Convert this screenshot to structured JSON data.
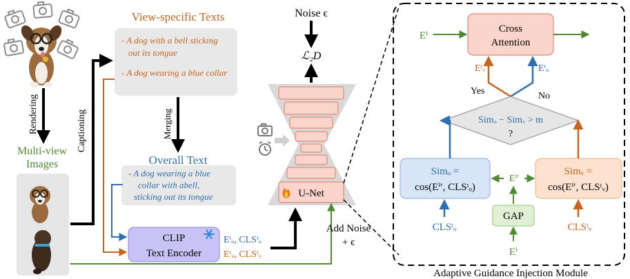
{
  "left": {
    "rendering_label": "Rendering",
    "multiview_label_line1": "Multi-view",
    "multiview_label_line2": "Images",
    "captioning_label": "Captioning"
  },
  "texts": {
    "view_specific_title": "View-specific Texts",
    "caption1_line1": "- A dog with a bell sticking",
    "caption1_line2": "out its tongue",
    "caption2": "- A dog wearing a blue collar",
    "merging_label": "Merging",
    "overall_title": "Overall Text",
    "overall_line1": "- A dog wearing a blue",
    "overall_line2": "collar with abell,",
    "overall_line3": "sticking out its tongue"
  },
  "clip": {
    "title": "CLIP",
    "subtitle": "Text Encoder",
    "out_line1": "Eᵗₒ, CLSᵗₒ",
    "out_line2": "Eᵗᵥ, CLSᵗᵥ"
  },
  "unet": {
    "noise_label": "Noise ϵ",
    "loss_label": "ℒ₂D",
    "unet_label": "U-Net",
    "add_noise_line1": "Add Noise",
    "add_noise_line2": "+ ϵ"
  },
  "module": {
    "title": "Adaptive Guidance Injection Module",
    "ei_input": "Eⁱ",
    "cross_attention_line1": "Cross",
    "cross_attention_line2": "Attention",
    "ev_label": "Eᵗᵥ",
    "eo_label": "Eᵗₒ",
    "yes_label": "Yes",
    "no_label": "No",
    "condition_line1": "Simₒ − Simᵥ > m",
    "condition_line2": "?",
    "simo_line1": "Simₒ =",
    "simo_line2": "cos(Eⁱ′, CLSᵗₒ)",
    "simv_line1": "Simᵥ =",
    "simv_line2": "cos(Eⁱ′, CLSᵗᵥ)",
    "eiprime_label": "Eⁱ′",
    "gap_label": "GAP",
    "clso_input": "CLSᵗₒ",
    "clsv_input": "CLSᵗᵥ",
    "ei_bottom": "Eⁱ"
  },
  "colors": {
    "orange": "#c8641e",
    "blue": "#2f6fb0",
    "green": "#4f8a2f",
    "red_box": "#fbd5cc",
    "clip_box": "#c9c3f5"
  }
}
